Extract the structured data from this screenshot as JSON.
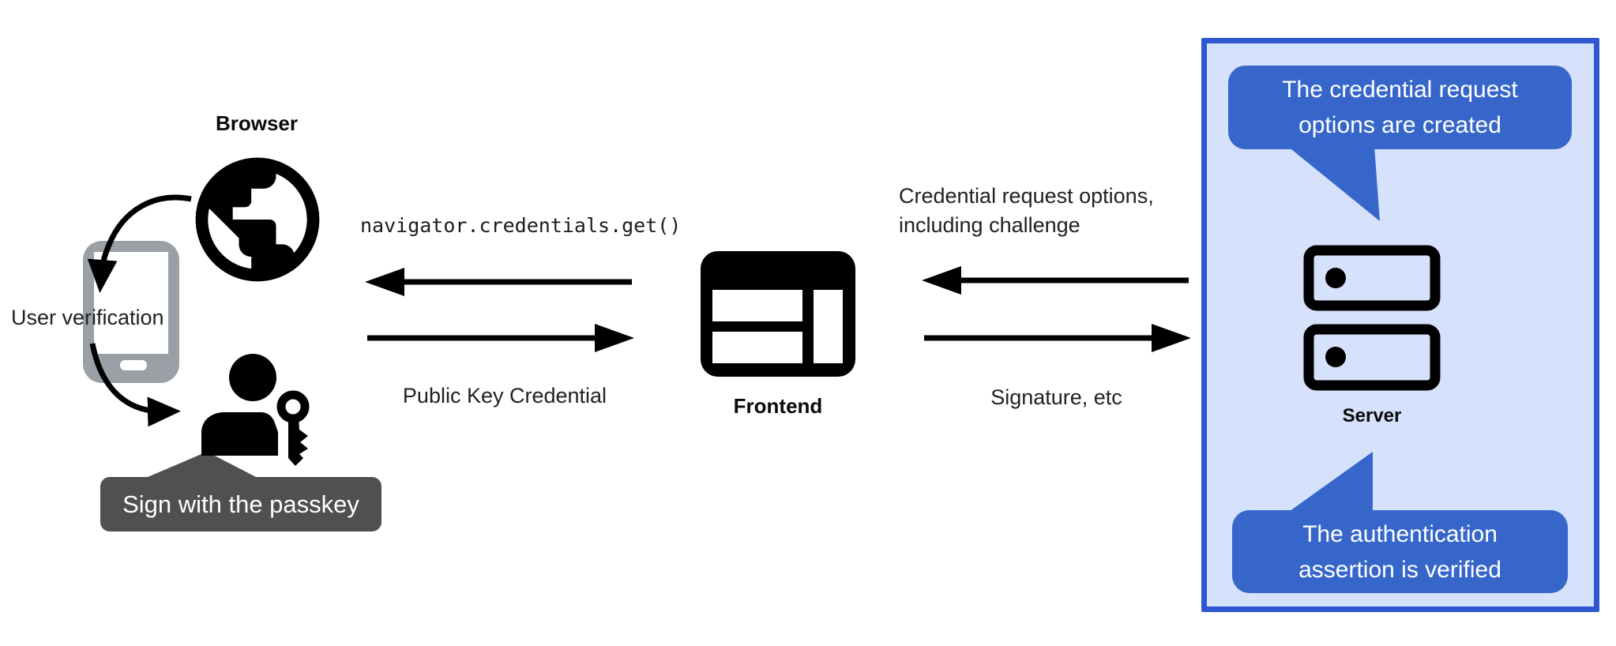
{
  "colors": {
    "ink": "#000000",
    "text": "#202124",
    "phone-gray": "#9aa0a6",
    "tooltip-bg": "#505052",
    "tooltip-text": "#ffffff",
    "box-bg": "#d6e1fb",
    "box-border": "#2e57d0",
    "bubble-bg": "#3766cb",
    "bubble-text": "#ffffff",
    "canvas-bg": "#ffffff"
  },
  "browser_group": {
    "label": "Browser",
    "user_verification_label": "User verification",
    "passkey_tooltip": "Sign with the passkey",
    "icons": [
      "globe-icon",
      "smartphone-icon",
      "person-icon",
      "key-icon",
      "curved-arrow-icon"
    ]
  },
  "frontend_group": {
    "label": "Frontend",
    "icon": "browser-window-icon"
  },
  "server_group": {
    "label": "Server",
    "icon": "server-stack-icon",
    "top_callout": {
      "line1": "The credential request",
      "line2": "options are created"
    },
    "bottom_callout": {
      "line1": "The authentication",
      "line2": "assertion is verified"
    }
  },
  "flows": {
    "frontend_to_browser": {
      "label": "navigator.credentials.get()",
      "direction": "left"
    },
    "browser_to_frontend": {
      "label": "Public Key Credential",
      "direction": "right"
    },
    "server_to_frontend": {
      "line1": "Credential request options,",
      "line2": "including challenge",
      "direction": "left"
    },
    "frontend_to_server": {
      "label": "Signature, etc",
      "direction": "right"
    }
  }
}
